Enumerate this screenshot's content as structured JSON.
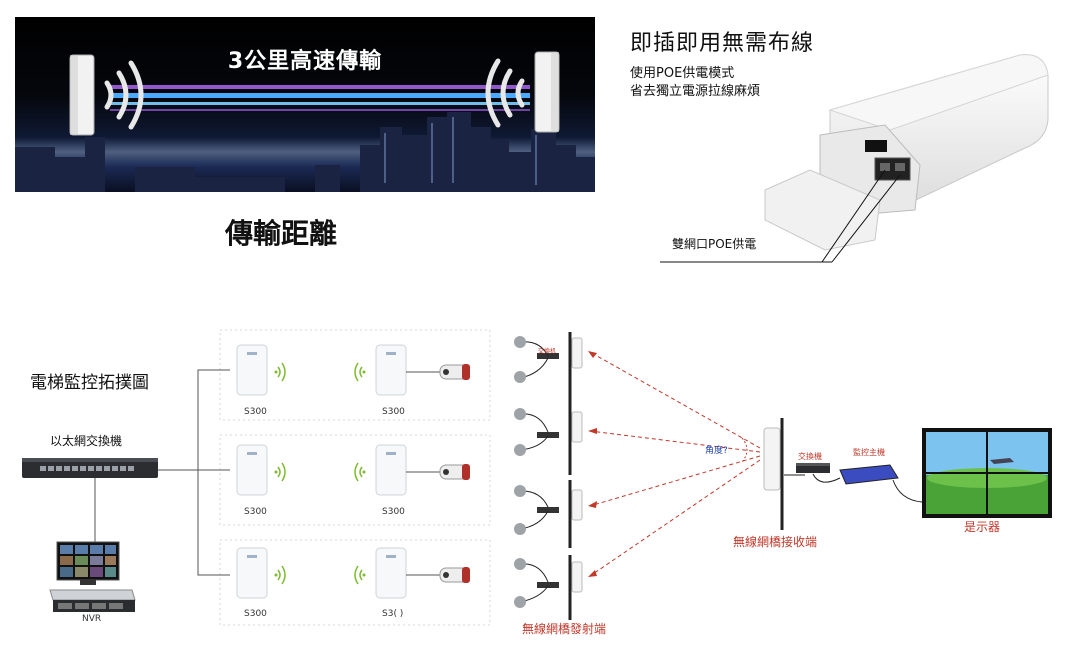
{
  "banner": {
    "title": "3公里高速傳輸",
    "subtitle": "傳輸距離"
  },
  "product": {
    "title": "即插即用無需布線",
    "line1": "使用POE供電模式",
    "line2": "省去獨立電源拉線麻煩",
    "poe_label": "雙網口POE供電"
  },
  "topology": {
    "title": "電梯監控拓撲圖",
    "switch_label": "以太網交換機",
    "nvr_label": "NVR",
    "node_labels": [
      "S300",
      "S300",
      "S300",
      "S300",
      "S300",
      "S3( )"
    ],
    "mini_switch_label": "交換机",
    "angle_label": "角度?",
    "receiver_switch_label": "交換機",
    "monitor_host_label": "監控主機",
    "display_label": "是示器",
    "receiver_label": "無線網橋接收端",
    "transmitter_label": "無線網橋發射端"
  },
  "colors": {
    "red_text": "#c0392b",
    "beam_blue": "#4aa8ff",
    "beam_purple": "#b46cff"
  }
}
